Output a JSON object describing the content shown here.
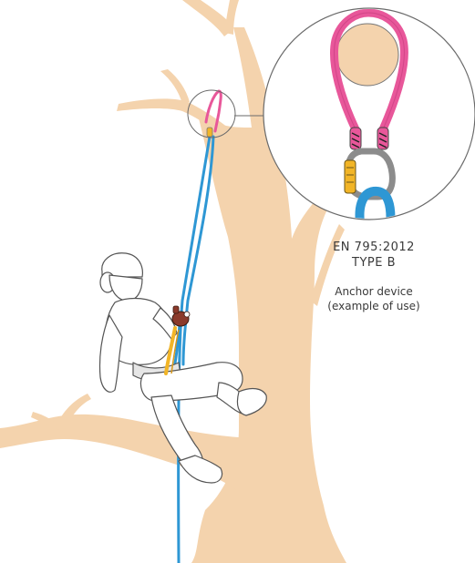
{
  "labels": {
    "standard_line1": "EN 795:2012",
    "standard_line2": "TYPE B",
    "description_line1": "Anchor device",
    "description_line2": "(example of use)"
  },
  "colors": {
    "tree": "#f4d3ad",
    "sling": "#e8579a",
    "rope": "#2e97d4",
    "lanyard": "#f2b527",
    "carabiner_gate": "#f2b527",
    "carabiner_body": "#8c8c8c",
    "outline": "#555555",
    "device": "#8b3a2b"
  },
  "icons": {
    "tree": "tree-illustration",
    "climber": "arborist-climber",
    "sling": "anchor-sling-icon",
    "carabiner": "carabiner-icon",
    "rope": "rope-icon",
    "magnifier": "detail-magnifier-circle"
  }
}
